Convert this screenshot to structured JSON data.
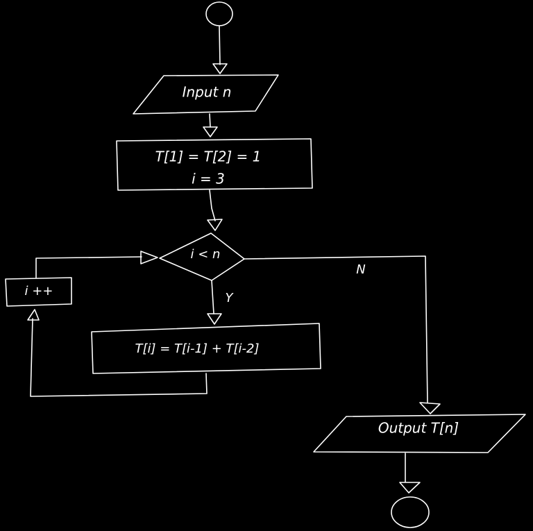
{
  "diagram": {
    "type": "flowchart",
    "style": "hand-drawn",
    "colors": {
      "background": "#000000",
      "stroke": "#ffffff",
      "text": "#ffffff"
    },
    "nodes": {
      "start": {
        "shape": "circle",
        "text": ""
      },
      "input": {
        "shape": "parallelogram",
        "text": "Input n"
      },
      "init": {
        "shape": "rectangle",
        "lines": [
          "T[1] = T[2] = 1",
          "i = 3"
        ]
      },
      "decision": {
        "shape": "diamond",
        "text": "i < n"
      },
      "increment": {
        "shape": "rectangle",
        "text": "i ++"
      },
      "compute": {
        "shape": "rectangle",
        "text": "T[i] = T[i-1] + T[i-2]"
      },
      "output": {
        "shape": "parallelogram",
        "text": "Output T[n]"
      },
      "end": {
        "shape": "circle",
        "text": ""
      }
    },
    "edge_labels": {
      "yes": "Y",
      "no": "N"
    }
  }
}
